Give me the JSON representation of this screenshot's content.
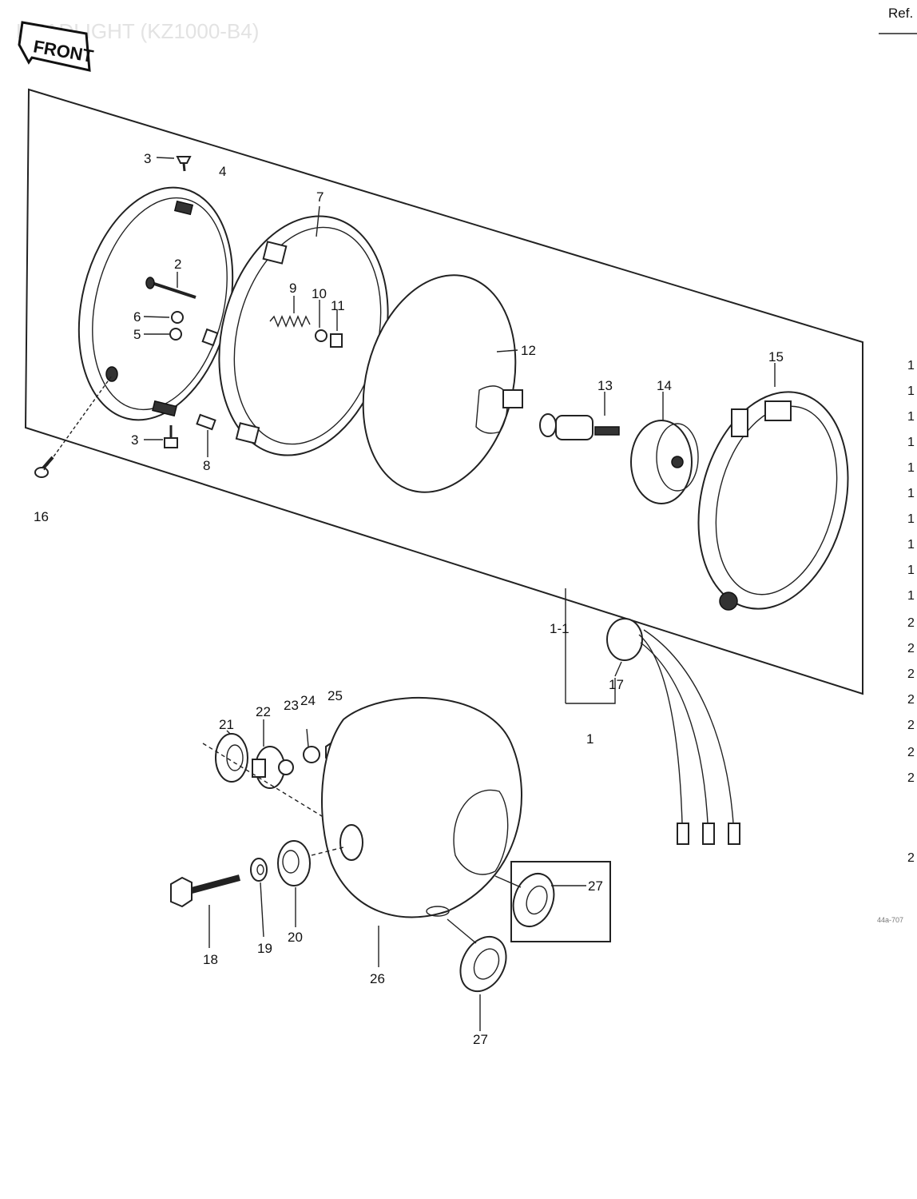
{
  "header": {
    "title": "HEADLIGHT (KZ1000-B4)",
    "front_badge": "FRONT",
    "ref_label": "Ref."
  },
  "callouts": [
    "1",
    "1-1",
    "2",
    "3",
    "3",
    "4",
    "5",
    "6",
    "7",
    "8",
    "9",
    "10",
    "11",
    "12",
    "13",
    "14",
    "15",
    "16",
    "17",
    "18",
    "19",
    "20",
    "21",
    "22",
    "23",
    "24",
    "25",
    "26",
    "27",
    "27"
  ],
  "side_column": [
    "1",
    "1",
    "1",
    "1",
    "1",
    "1",
    "1",
    "1",
    "1",
    "1",
    "2",
    "2",
    "2",
    "2",
    "2",
    "2",
    "2",
    "2"
  ],
  "footer": {
    "code": "44a-707"
  },
  "colors": {
    "ink": "#222222",
    "background": "#ffffff"
  }
}
